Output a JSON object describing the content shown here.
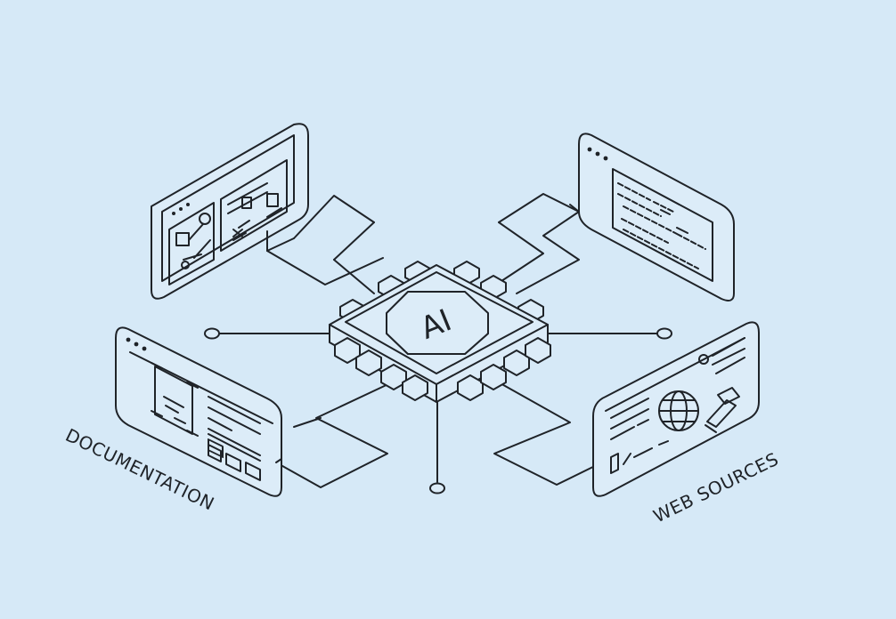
{
  "chip": {
    "label": "AI"
  },
  "labels": {
    "left": "DOCUMENTATION",
    "right": "WEB SOURCES"
  },
  "colors": {
    "background": "#d6e9f7",
    "stroke": "#1f2328",
    "panel_fill": "#dcecf8"
  }
}
